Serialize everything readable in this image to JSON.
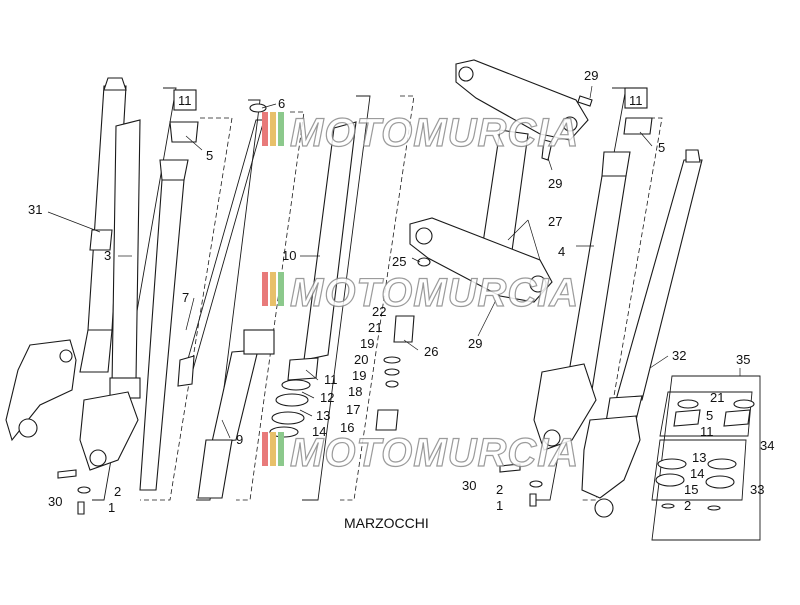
{
  "diagram": {
    "caption": "MARZOCCHI",
    "watermark": "MOTOMURCIA",
    "labels": {
      "n31": "31",
      "n3": "3",
      "n7": "7",
      "n9": "9",
      "n6": "6",
      "n5a": "5",
      "n11a": "11",
      "n30a": "30",
      "n2a": "2",
      "n1a": "1",
      "n10": "10",
      "n11b": "11",
      "n12": "12",
      "n13": "13",
      "n14": "14",
      "n16": "16",
      "n17": "17",
      "n18": "18",
      "n19a": "19",
      "n19b": "19",
      "n20": "20",
      "n21a": "21",
      "n22": "22",
      "n25": "25",
      "n26": "26",
      "n27": "27",
      "n29a": "29",
      "n29b": "29",
      "n29c": "29",
      "n4": "4",
      "n5b": "5",
      "n11c": "11",
      "n32": "32",
      "n35": "35",
      "n21b": "21",
      "n5c": "5",
      "n11d": "11",
      "n34": "34",
      "n13b": "13",
      "n14b": "14",
      "n15": "15",
      "n33": "33",
      "n2b": "2",
      "n30b": "30",
      "n2c": "2",
      "n1b": "1"
    }
  }
}
